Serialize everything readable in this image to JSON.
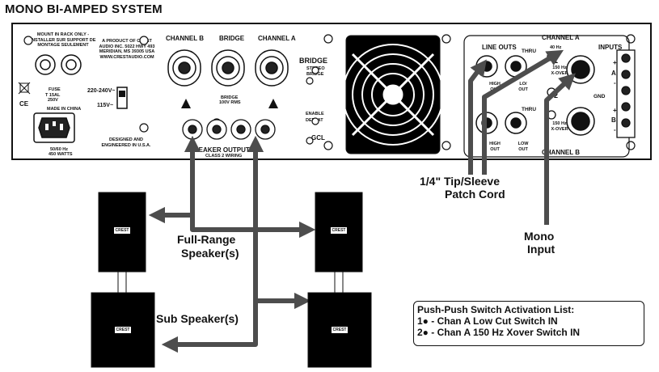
{
  "title": "MONO BI-AMPED SYSTEM",
  "panel": {
    "mount_note": "MOUNT IN RACK ONLY - INSTALLER SUR SUPPORT DE MONTAGE SEULEMENT",
    "maker_note": "A PRODUCT OF CREST AUDIO INC. 5022 HWY 493 MERIDIAN, MS 39305 USA WWW.CRESTAUDIO.COM",
    "fuse_label": "FUSE",
    "fuse_rating": "T 15AL",
    "fuse_voltage": "250V",
    "ce_mark": "CE",
    "voltage_high": "220-240V~",
    "voltage_low": "115V~",
    "made_in": "MADE IN CHINA",
    "power_rating": "50/60 Hz",
    "power_watts": "450 WATTS",
    "designed_note": "DESIGNED AND ENGINEERED IN U.S.A.",
    "channel_b": "CHANNEL B",
    "bridge": "BRIDGE",
    "channel_a": "CHANNEL A",
    "bridge_label": "BRIDGE",
    "bridge_rms": "100V RMS",
    "speaker_outputs": "SPEAKER OUTPUTS",
    "class_wiring": "CLASS 2 WIRING",
    "bridge_switch": "BRIDGE",
    "stereo": "STEREO",
    "bridge_opt": "BRIDGE",
    "enable": "ENABLE",
    "defeat": "DEFEAT",
    "gcl": "GCL",
    "line_outs": "LINE OUTS",
    "channel_a_right": "CHANNEL A",
    "inputs": "INPUTS",
    "thru_a": "THRU",
    "hz40": "40 Hz",
    "hz150_a": "150 Hz X-OVER",
    "high_out_a": "HIGH OUT",
    "lo_out_a": "LO/ OUT",
    "thru_b": "THRU",
    "hz150_b": "150 Hz X-OVER",
    "high_out_b": "HIGH OUT",
    "low_out_b": "LOW OUT",
    "channel_b_right": "CHANNEL B",
    "gnd": "GND",
    "term_a": "A",
    "term_b": "B",
    "plus": "+",
    "minus": "-",
    "num1": "1",
    "num2": "2"
  },
  "labels": {
    "patch_line1": "1/4\" Tip/Sleeve",
    "patch_line2": "Patch Cord",
    "full_range1": "Full-Range",
    "full_range2": "Speaker(s)",
    "sub": "Sub Speaker(s)",
    "mono1": "Mono",
    "mono2": "Input"
  },
  "legend": {
    "title": "Push-Push Switch Activation List:",
    "item1": "1● - Chan A Low Cut Switch IN",
    "item2": "2● - Chan A 150 Hz Xover Switch IN"
  },
  "speaker_badge": "CREST AUDIO"
}
